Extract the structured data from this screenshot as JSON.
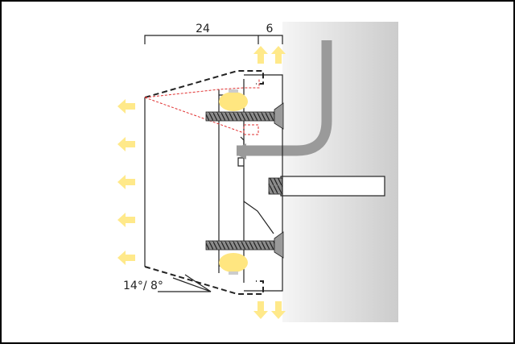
{
  "dimensions": {
    "depth_label": "24",
    "gap_label": "6",
    "angle_label": "14°/ 8°"
  },
  "colors": {
    "frame": "#000000",
    "line": "#222222",
    "dashed_red": "#e03030",
    "arrow": "#ffe98a",
    "lamp": "#ffe680",
    "wall_light": "#f4f4f4",
    "wall_dark": "#cccccc",
    "pipe": "#9a9a9a"
  },
  "icons": {
    "light_arrow": "arrow-icon",
    "lamp": "lamp-icon"
  }
}
